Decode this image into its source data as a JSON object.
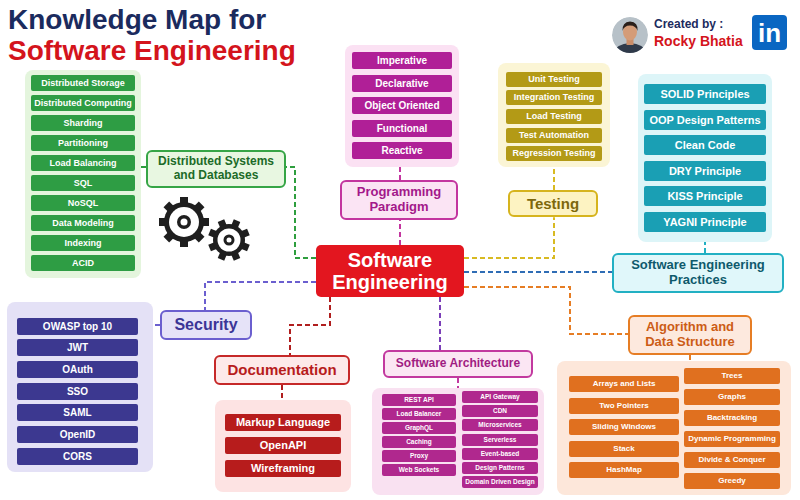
{
  "diagram": {
    "title": "Knowledge Map for Software Engineering",
    "nodes": [
      {
        "text": [
          "Software Engineering"
        ]
      },
      {
        "text": [
          "Distributed Systems and Databases"
        ]
      },
      {
        "text": []
      },
      {
        "text": [
          "Distributed Storage"
        ],
        "in": 2
      },
      {
        "text": [
          "Distributed Computing"
        ],
        "in": 2
      },
      {
        "text": [
          "Sharding"
        ],
        "in": 2
      },
      {
        "text": [
          "Partitioning"
        ],
        "in": 2
      },
      {
        "text": [
          "Load Balancing"
        ],
        "in": 2
      },
      {
        "text": [
          "SQL"
        ],
        "in": 2
      },
      {
        "text": [
          "NoSQL"
        ],
        "in": 2
      },
      {
        "text": [
          "Data Modeling"
        ],
        "in": 2
      },
      {
        "text": [
          "Indexing"
        ],
        "in": 2
      },
      {
        "text": [
          "ACID"
        ],
        "in": 2
      },
      {
        "text": [
          "Programming Paradigm"
        ]
      },
      {
        "text": []
      },
      {
        "text": [
          "Imperative"
        ],
        "in": 14
      },
      {
        "text": [
          "Declarative"
        ],
        "in": 14
      },
      {
        "text": [
          "Object Oriented"
        ],
        "in": 14
      },
      {
        "text": [
          "Functional"
        ],
        "in": 14
      },
      {
        "text": [
          "Reactive"
        ],
        "in": 14
      },
      {
        "text": [
          "Testing"
        ]
      },
      {
        "text": []
      },
      {
        "text": [
          "Unit Testing"
        ],
        "in": 21
      },
      {
        "text": [
          "Integration Testing"
        ],
        "in": 21
      },
      {
        "text": [
          "Load Testing"
        ],
        "in": 21
      },
      {
        "text": [
          "Test Automation"
        ],
        "in": 21
      },
      {
        "text": [
          "Regression Testing"
        ],
        "in": 21
      },
      {
        "text": [
          "Software Engineering Practices"
        ]
      },
      {
        "text": []
      },
      {
        "text": [
          "SOLID Principles"
        ],
        "in": 28
      },
      {
        "text": [
          "OOP Design Patterns"
        ],
        "in": 28
      },
      {
        "text": [
          "Clean Code"
        ],
        "in": 28
      },
      {
        "text": [
          "DRY Principle"
        ],
        "in": 28
      },
      {
        "text": [
          "KISS Principle"
        ],
        "in": 28
      },
      {
        "text": [
          "YAGNI Principle"
        ],
        "in": 28
      },
      {
        "text": [
          "Algorithm and Data Structure"
        ]
      },
      {
        "text": []
      },
      {
        "text": [
          "Arrays and Lists"
        ],
        "in": 36
      },
      {
        "text": [
          "Two Pointers"
        ],
        "in": 36
      },
      {
        "text": [
          "Sliding Windows"
        ],
        "in": 36
      },
      {
        "text": [
          "Stack"
        ],
        "in": 36
      },
      {
        "text": [
          "HashMap"
        ],
        "in": 36
      },
      {
        "text": [
          "Trees"
        ],
        "in": 36
      },
      {
        "text": [
          "Graphs"
        ],
        "in": 36
      },
      {
        "text": [
          "Backtracking"
        ],
        "in": 36
      },
      {
        "text": [
          "Dynamic Programming"
        ],
        "in": 36
      },
      {
        "text": [
          "Divide & Conquer"
        ],
        "in": 36
      },
      {
        "text": [
          "Greedy"
        ],
        "in": 36
      },
      {
        "text": [
          "Software Architecture"
        ]
      },
      {
        "text": []
      },
      {
        "text": [
          "REST API"
        ],
        "in": 49
      },
      {
        "text": [
          "Load Balancer"
        ],
        "in": 49
      },
      {
        "text": [
          "GraphQL"
        ],
        "in": 49
      },
      {
        "text": [
          "Caching"
        ],
        "in": 49
      },
      {
        "text": [
          "Proxy"
        ],
        "in": 49
      },
      {
        "text": [
          "Web Sockets"
        ],
        "in": 49
      },
      {
        "text": [
          "API Gateway"
        ],
        "in": 49
      },
      {
        "text": [
          "CDN"
        ],
        "in": 49
      },
      {
        "text": [
          "Microservices"
        ],
        "in": 49
      },
      {
        "text": [
          "Serverless"
        ],
        "in": 49
      },
      {
        "text": [
          "Event-based"
        ],
        "in": 49
      },
      {
        "text": [
          "Design Patterns"
        ],
        "in": 49
      },
      {
        "text": [
          "Domain Driven Design"
        ],
        "in": 49
      },
      {
        "text": [
          "Documentation"
        ]
      },
      {
        "text": []
      },
      {
        "text": [
          "Markup Language"
        ],
        "in": 64
      },
      {
        "text": [
          "OpenAPI"
        ],
        "in": 64
      },
      {
        "text": [
          "Wireframing"
        ],
        "in": 64
      },
      {
        "text": [
          "Security"
        ]
      },
      {
        "text": []
      },
      {
        "text": [
          "OWASP top 10"
        ],
        "in": 69
      },
      {
        "text": [
          "JWT"
        ],
        "in": 69
      },
      {
        "text": [
          "OAuth"
        ],
        "in": 69
      },
      {
        "text": [
          "SSO"
        ],
        "in": 69
      },
      {
        "text": [
          "SAML"
        ],
        "in": 69
      },
      {
        "text": [
          "OpenID"
        ],
        "in": 69
      },
      {
        "text": [
          "CORS"
        ],
        "in": 69
      }
    ],
    "edges": [
      {
        "from": 0,
        "to": 1,
        "arrow": "none"
      },
      {
        "from": 1,
        "to": 2,
        "arrow": "none"
      },
      {
        "from": 0,
        "to": 13,
        "arrow": "none"
      },
      {
        "from": 13,
        "to": 14,
        "arrow": "none"
      },
      {
        "from": 0,
        "to": 20,
        "arrow": "none"
      },
      {
        "from": 20,
        "to": 21,
        "arrow": "none"
      },
      {
        "from": 0,
        "to": 27,
        "arrow": "none"
      },
      {
        "from": 27,
        "to": 28,
        "arrow": "none"
      },
      {
        "from": 0,
        "to": 35,
        "arrow": "none"
      },
      {
        "from": 35,
        "to": 36,
        "arrow": "none"
      },
      {
        "from": 0,
        "to": 48,
        "arrow": "none"
      },
      {
        "from": 48,
        "to": 49,
        "arrow": "none"
      },
      {
        "from": 0,
        "to": 63,
        "arrow": "none"
      },
      {
        "from": 63,
        "to": 64,
        "arrow": "none"
      },
      {
        "from": 0,
        "to": 68,
        "arrow": "none"
      },
      {
        "from": 68,
        "to": 69,
        "arrow": "none"
      }
    ],
    "labels": [
      "Created by :",
      "Rocky Bhatia",
      "in"
    ]
  }
}
